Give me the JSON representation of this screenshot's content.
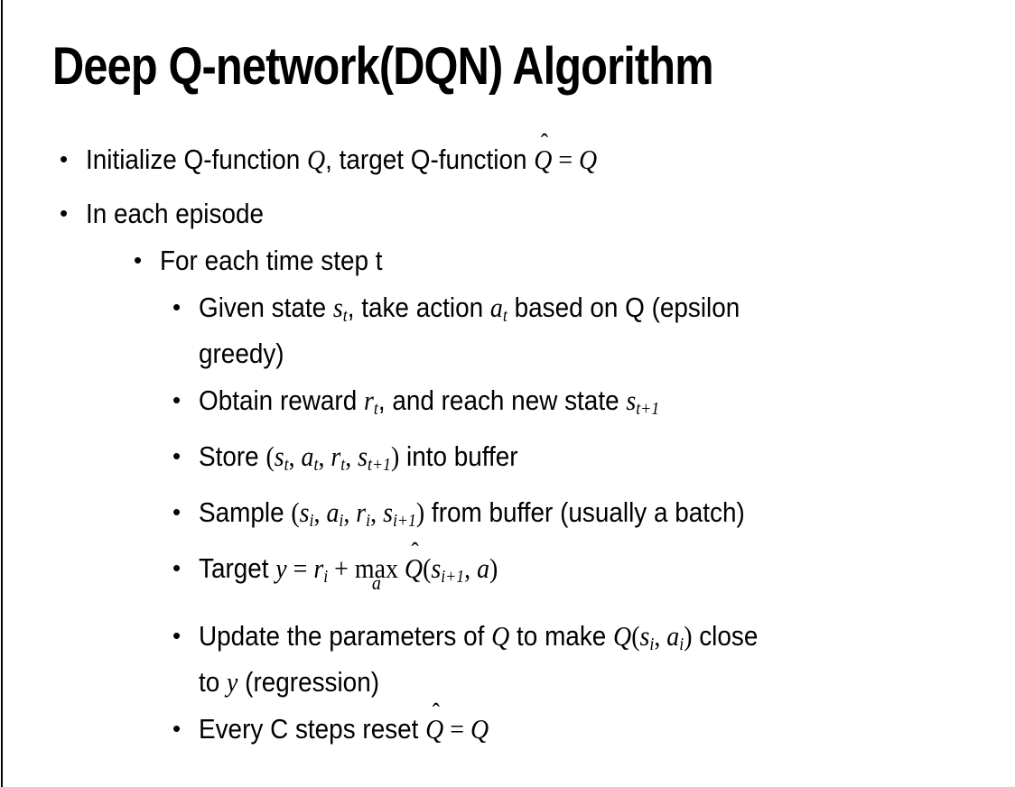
{
  "glyphs": {
    "bullet": "•",
    "hat_mark": "ˆ"
  },
  "colors": {
    "background": "#ffffff",
    "text": "#000000",
    "border": "#000000"
  },
  "slide": {
    "title": "Deep Q-network(DQN) Algorithm",
    "bullets": [
      {
        "level": 1,
        "segments": [
          {
            "t": "Initialize Q-function "
          },
          {
            "m": "Q"
          },
          {
            "t": ", target Q-function "
          },
          {
            "hat": "Q"
          },
          {
            "mr": " = "
          },
          {
            "m": "Q"
          }
        ]
      },
      {
        "level": 1,
        "segments": [
          {
            "t": "In each episode"
          }
        ]
      },
      {
        "level": 2,
        "segments": [
          {
            "t": "For each time step t"
          }
        ]
      },
      {
        "level": 3,
        "segments": [
          {
            "t": "Given state "
          },
          {
            "m": "s"
          },
          {
            "sub": "t"
          },
          {
            "t": ", take action "
          },
          {
            "m": "a"
          },
          {
            "sub": "t"
          },
          {
            "t": " based on Q (epsilon"
          },
          {
            "br": true
          },
          {
            "t": "greedy)"
          }
        ]
      },
      {
        "level": 3,
        "segments": [
          {
            "t": "Obtain reward "
          },
          {
            "m": "r"
          },
          {
            "sub": "t"
          },
          {
            "t": ", and reach new state "
          },
          {
            "m": "s"
          },
          {
            "sub": "t+1"
          }
        ]
      },
      {
        "level": 3,
        "segments": [
          {
            "t": "Store "
          },
          {
            "mr": "("
          },
          {
            "m": "s"
          },
          {
            "sub": "t"
          },
          {
            "mr": ", "
          },
          {
            "m": "a"
          },
          {
            "sub": "t"
          },
          {
            "mr": ", "
          },
          {
            "m": "r"
          },
          {
            "sub": "t"
          },
          {
            "mr": ", "
          },
          {
            "m": "s"
          },
          {
            "sub": "t+1"
          },
          {
            "mr": ")"
          },
          {
            "t": " into buffer"
          }
        ]
      },
      {
        "level": 3,
        "segments": [
          {
            "t": "Sample "
          },
          {
            "mr": "("
          },
          {
            "m": "s"
          },
          {
            "sub": "i"
          },
          {
            "mr": ", "
          },
          {
            "m": "a"
          },
          {
            "sub": "i"
          },
          {
            "mr": ", "
          },
          {
            "m": "r"
          },
          {
            "sub": "i"
          },
          {
            "mr": ", "
          },
          {
            "m": "s"
          },
          {
            "sub": "i+1"
          },
          {
            "mr": ")"
          },
          {
            "t": " from buffer (usually a batch)"
          }
        ]
      },
      {
        "level": 3,
        "segments": [
          {
            "t": "Target "
          },
          {
            "m": "y"
          },
          {
            "mr": " = "
          },
          {
            "m": "r"
          },
          {
            "sub": "i"
          },
          {
            "mr": " + "
          },
          {
            "uo": {
              "base": "max",
              "under": "a"
            }
          },
          {
            "mr": " "
          },
          {
            "hat": "Q"
          },
          {
            "mr": "("
          },
          {
            "m": "s"
          },
          {
            "sub": "i+1"
          },
          {
            "mr": ", "
          },
          {
            "m": "a"
          },
          {
            "mr": ")"
          }
        ]
      },
      {
        "level": 3,
        "segments": [
          {
            "t": "Update the parameters of "
          },
          {
            "m": "Q"
          },
          {
            "t": " to make "
          },
          {
            "m": "Q"
          },
          {
            "mr": "("
          },
          {
            "m": "s"
          },
          {
            "sub": "i"
          },
          {
            "mr": ", "
          },
          {
            "m": "a"
          },
          {
            "sub": "i"
          },
          {
            "mr": ")"
          },
          {
            "t": " close"
          },
          {
            "br": true
          },
          {
            "t": "to "
          },
          {
            "m": "y"
          },
          {
            "t": " (regression)"
          }
        ]
      },
      {
        "level": 3,
        "segments": [
          {
            "t": "Every C steps reset "
          },
          {
            "hat": "Q"
          },
          {
            "mr": " = "
          },
          {
            "m": "Q"
          }
        ]
      }
    ]
  }
}
